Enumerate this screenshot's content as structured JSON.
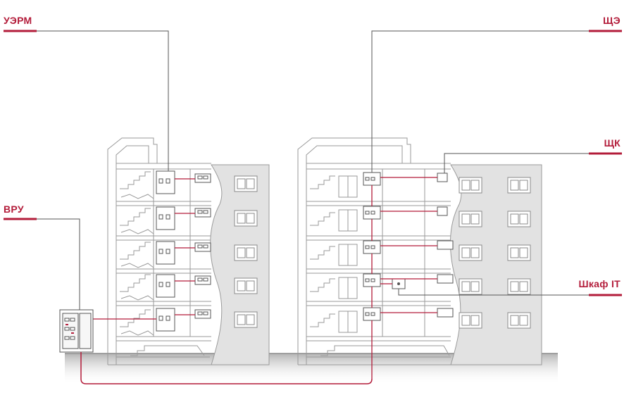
{
  "labels": {
    "uerm": "УЭРМ",
    "vru": "ВРУ",
    "she": "ЩЭ",
    "shk": "ЩК",
    "it": "Шкаф IT"
  },
  "colors": {
    "accent": "#b31c3a",
    "outline": "#9a9a9a",
    "wall_gray": "#e2e2e2",
    "ground": "#cfcfcf",
    "leader": "#555555"
  }
}
